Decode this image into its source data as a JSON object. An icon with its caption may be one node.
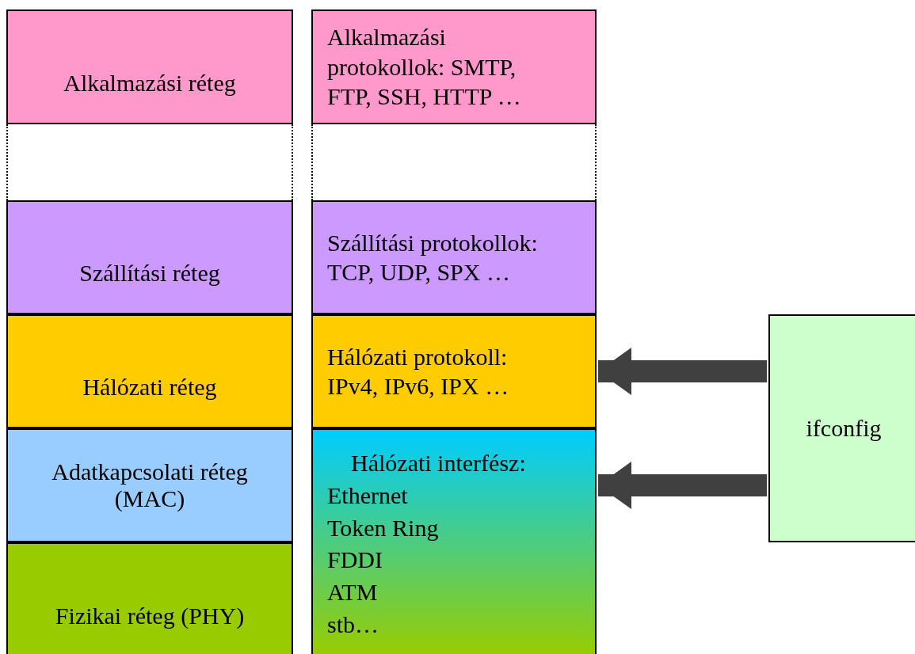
{
  "diagram": {
    "nodes": [
      {
        "text": [
          "Alkalmazási réteg"
        ]
      },
      {
        "text": [],
        "shape": "box"
      },
      {
        "text": [
          "Szállítási réteg"
        ]
      },
      {
        "text": [
          "Hálózati réteg"
        ]
      },
      {
        "text": [
          "Adatkapcsolati réteg (MAC)"
        ]
      },
      {
        "text": [
          "Fizikai réteg (PHY)"
        ]
      },
      {
        "text": [
          "Alkalmazási protokollok: SMTP, FTP, SSH, HTTP …"
        ]
      },
      {
        "text": [],
        "shape": "box"
      },
      {
        "text": [
          "Szállítási protokollok: TCP, UDP, SPX …"
        ]
      },
      {
        "text": [
          "Hálózati protokoll: IPv4, IPv6, IPX …"
        ]
      },
      {
        "text": [
          "Hálózati interfész:",
          "Ethernet",
          "Token Ring",
          "FDDI",
          "ATM",
          "stb…"
        ]
      },
      {
        "text": [
          "ifconfig"
        ]
      }
    ],
    "edges": [
      {
        "from": 11,
        "to": 9,
        "arrow": "to"
      },
      {
        "from": 11,
        "to": 10,
        "arrow": "to"
      }
    ]
  }
}
